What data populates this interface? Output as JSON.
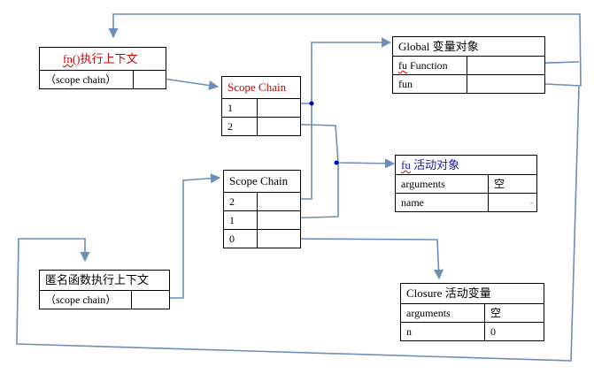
{
  "fn_context": {
    "title_fn": "fn()",
    "title_rest": "执行上下文",
    "scope_chain_label": "（scope chain）"
  },
  "scope_chain_1": {
    "title": "Scope Chain",
    "rows": [
      "1",
      "2"
    ]
  },
  "global_object": {
    "title": "Global  变量对象",
    "rows": [
      {
        "key_fu": "fu",
        "key_rest": " Function",
        "value": ""
      },
      {
        "key": "fun",
        "value": ""
      }
    ]
  },
  "fu_activation": {
    "title_fu": "fu",
    "title_rest": " 活动对象",
    "rows": [
      {
        "key": "arguments",
        "value": "空"
      },
      {
        "key": "name",
        "value": "-"
      }
    ]
  },
  "scope_chain_2": {
    "title": "Scope Chain",
    "rows": [
      "2",
      "1",
      "0"
    ]
  },
  "anon_context": {
    "title": "匿名函数执行上下文",
    "scope_chain_label": "（scope chain）"
  },
  "closure_activation": {
    "title": "Closure  活动变量",
    "rows": [
      {
        "key": "arguments",
        "value": "空"
      },
      {
        "key": "n",
        "value": "0"
      }
    ]
  },
  "colors": {
    "arrow": "#6a8fb8",
    "dot": "#0000cc",
    "highlight_text": "#cc0000",
    "fu_text": "#1a1aa0"
  }
}
